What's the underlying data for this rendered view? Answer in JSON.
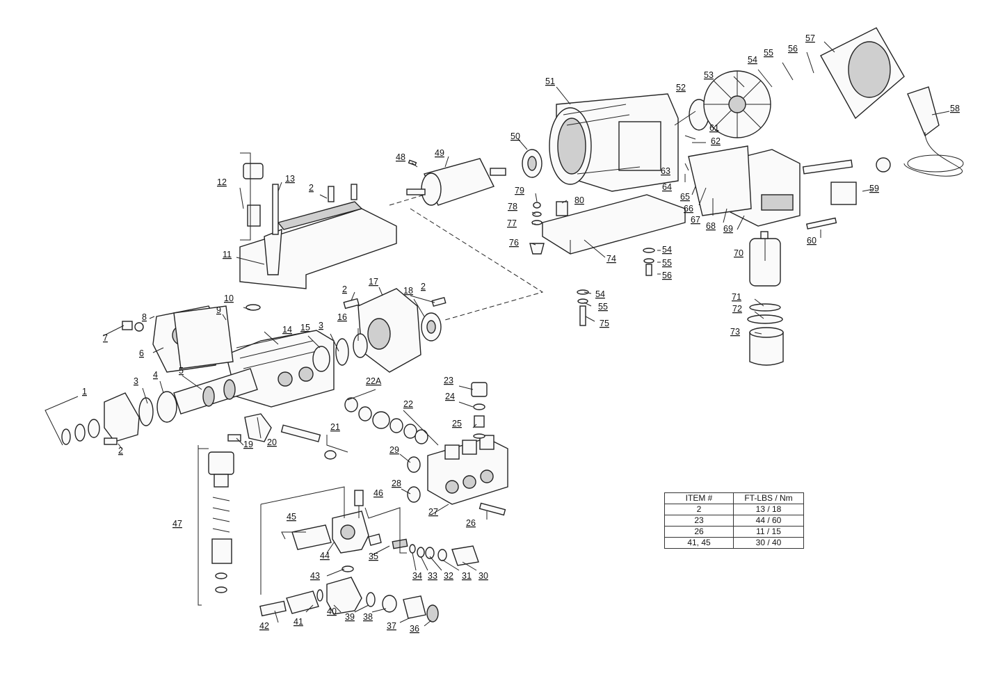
{
  "callouts": {
    "c1": "1",
    "c2a": "2",
    "c2b": "2",
    "c2c": "2",
    "c2d": "2",
    "c3a": "3",
    "c3b": "3",
    "c4": "4",
    "c5": "5",
    "c6": "6",
    "c7": "7",
    "c8": "8",
    "c9": "9",
    "c10": "10",
    "c11": "11",
    "c12": "12",
    "c13": "13",
    "c14": "14",
    "c15": "15",
    "c16": "16",
    "c17": "17",
    "c18": "18",
    "c19": "19",
    "c20": "20",
    "c21": "21",
    "c22": "22",
    "c22a": "22A",
    "c23": "23",
    "c24": "24",
    "c25": "25",
    "c26": "26",
    "c27": "27",
    "c28": "28",
    "c29": "29",
    "c30": "30",
    "c31": "31",
    "c32": "32",
    "c33": "33",
    "c34": "34",
    "c35": "35",
    "c36": "36",
    "c37": "37",
    "c38": "38",
    "c39": "39",
    "c40": "40",
    "c41": "41",
    "c42": "42",
    "c43": "43",
    "c44": "44",
    "c45": "45",
    "c46": "46",
    "c47": "47",
    "c48": "48",
    "c49": "49",
    "c50": "50",
    "c51": "51",
    "c52": "52",
    "c53": "53",
    "c54a": "54",
    "c54b": "54",
    "c54c": "54",
    "c55a": "55",
    "c55b": "55",
    "c55c": "55",
    "c56a": "56",
    "c56b": "56",
    "c57": "57",
    "c58": "58",
    "c59": "59",
    "c60": "60",
    "c61": "61",
    "c62": "62",
    "c63": "63",
    "c64": "64",
    "c65": "65",
    "c66": "66",
    "c67": "67",
    "c68": "68",
    "c69": "69",
    "c70": "70",
    "c71": "71",
    "c72": "72",
    "c73": "73",
    "c74": "74",
    "c75": "75",
    "c76": "76",
    "c77": "77",
    "c78": "78",
    "c79": "79",
    "c80": "80"
  },
  "torque_table": {
    "headers": [
      "ITEM #",
      "FT-LBS / Nm"
    ],
    "rows": [
      [
        "2",
        "13 / 18"
      ],
      [
        "23",
        "44 / 60"
      ],
      [
        "26",
        "11 / 15"
      ],
      [
        "41, 45",
        "30 / 40"
      ]
    ]
  }
}
